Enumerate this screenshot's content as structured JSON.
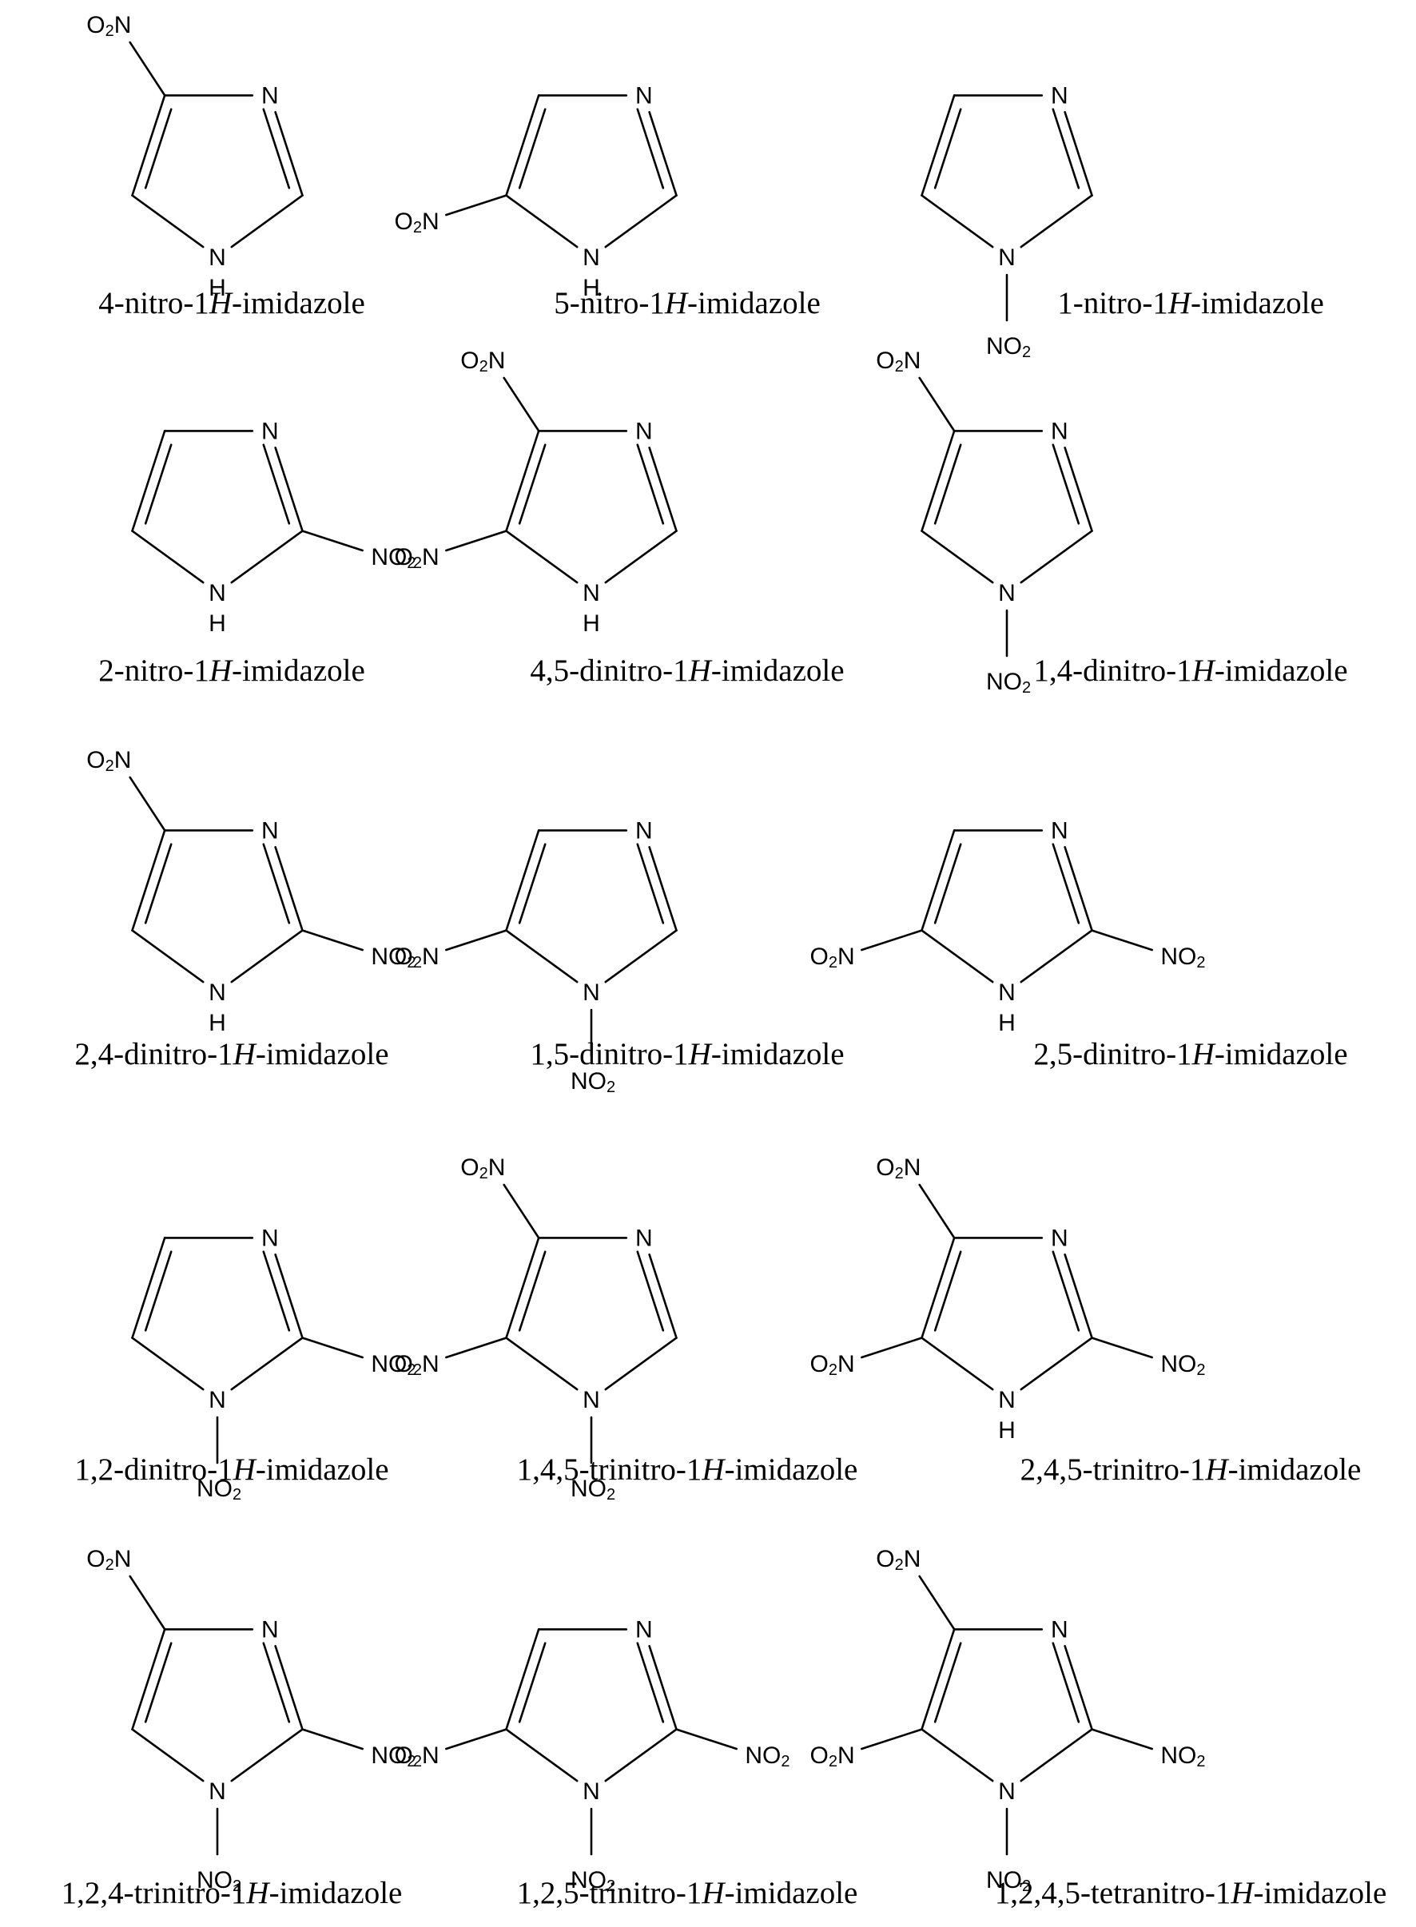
{
  "molecules": [
    {
      "name_pre": "4-nitro-1",
      "name_ital": "H",
      "name_post": "-imidazole",
      "nh": true,
      "nitro": [
        4
      ]
    },
    {
      "name_pre": "5-nitro-1",
      "name_ital": "H",
      "name_post": "-imidazole",
      "nh": true,
      "nitro": [
        5
      ]
    },
    {
      "name_pre": "1-nitro-1",
      "name_ital": "H",
      "name_post": "-imidazole",
      "nh": false,
      "nitro": [
        1
      ]
    },
    {
      "name_pre": "2-nitro-1",
      "name_ital": "H",
      "name_post": "-imidazole",
      "nh": true,
      "nitro": [
        2
      ]
    },
    {
      "name_pre": "4,5-dinitro-1",
      "name_ital": "H",
      "name_post": "-imidazole",
      "nh": true,
      "nitro": [
        4,
        5
      ]
    },
    {
      "name_pre": "1,4-dinitro-1",
      "name_ital": "H",
      "name_post": "-imidazole",
      "nh": false,
      "nitro": [
        1,
        4
      ]
    },
    {
      "name_pre": "2,4-dinitro-1",
      "name_ital": "H",
      "name_post": "-imidazole",
      "nh": true,
      "nitro": [
        2,
        4
      ]
    },
    {
      "name_pre": "1,5-dinitro-1",
      "name_ital": "H",
      "name_post": "-imidazole",
      "nh": false,
      "nitro": [
        1,
        5
      ]
    },
    {
      "name_pre": "2,5-dinitro-1",
      "name_ital": "H",
      "name_post": "-imidazole",
      "nh": true,
      "nitro": [
        2,
        5
      ]
    },
    {
      "name_pre": "1,2-dinitro-1",
      "name_ital": "H",
      "name_post": "-imidazole",
      "nh": false,
      "nitro": [
        1,
        2
      ]
    },
    {
      "name_pre": "1,4,5-trinitro-1",
      "name_ital": "H",
      "name_post": "-imidazole",
      "nh": false,
      "nitro": [
        1,
        4,
        5
      ]
    },
    {
      "name_pre": "2,4,5-trinitro-1",
      "name_ital": "H",
      "name_post": "-imidazole",
      "nh": true,
      "nitro": [
        2,
        4,
        5
      ]
    },
    {
      "name_pre": "1,2,4-trinitro-1",
      "name_ital": "H",
      "name_post": "-imidazole",
      "nh": false,
      "nitro": [
        1,
        2,
        4
      ]
    },
    {
      "name_pre": "1,2,5-trinitro-1",
      "name_ital": "H",
      "name_post": "-imidazole",
      "nh": false,
      "nitro": [
        1,
        2,
        5
      ]
    },
    {
      "name_pre": "1,2,4,5-tetranitro-1",
      "name_ital": "H",
      "name_post": "-imidazole",
      "nh": false,
      "nitro": [
        1,
        2,
        4,
        5
      ]
    }
  ],
  "atom_labels": {
    "ring_n": "N",
    "h": "H",
    "nitro_right_main": "NO",
    "nitro_left_o": "O",
    "nitro_left_n": "N",
    "subscript": "2"
  }
}
